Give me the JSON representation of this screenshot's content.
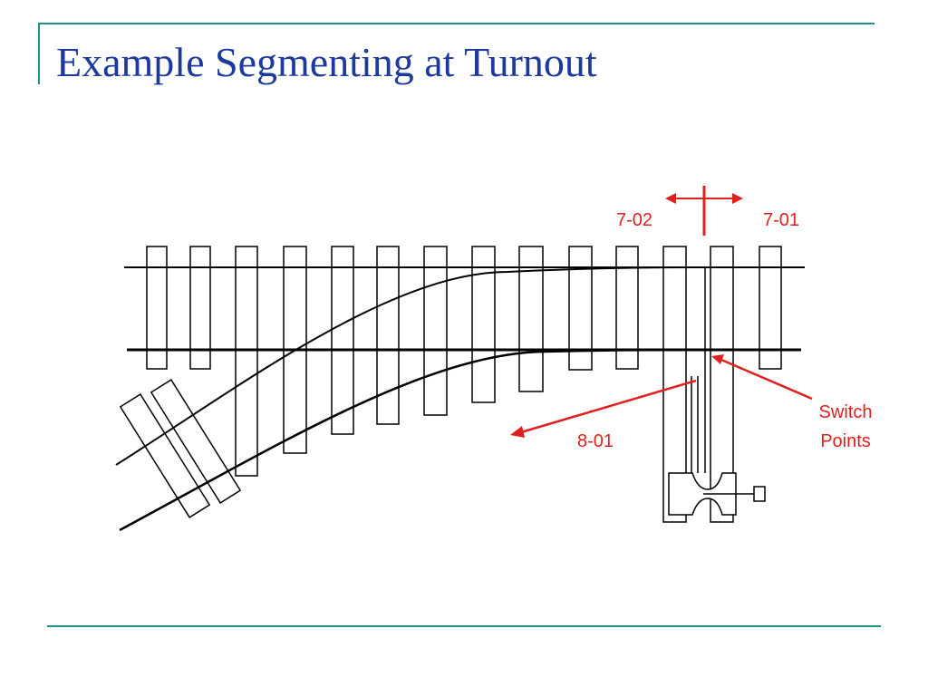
{
  "slide": {
    "title": "Example Segmenting at Turnout"
  },
  "diagram": {
    "labels": {
      "segment_left": "7-02",
      "segment_right": "7-01",
      "segment_diverging": "8-01",
      "switch_points_line1": "Switch",
      "switch_points_line2": "Points"
    },
    "colors": {
      "title": "#1c3a9c",
      "accent": "#1f8f8f",
      "annotation": "#e02020",
      "track": "#000000"
    }
  }
}
